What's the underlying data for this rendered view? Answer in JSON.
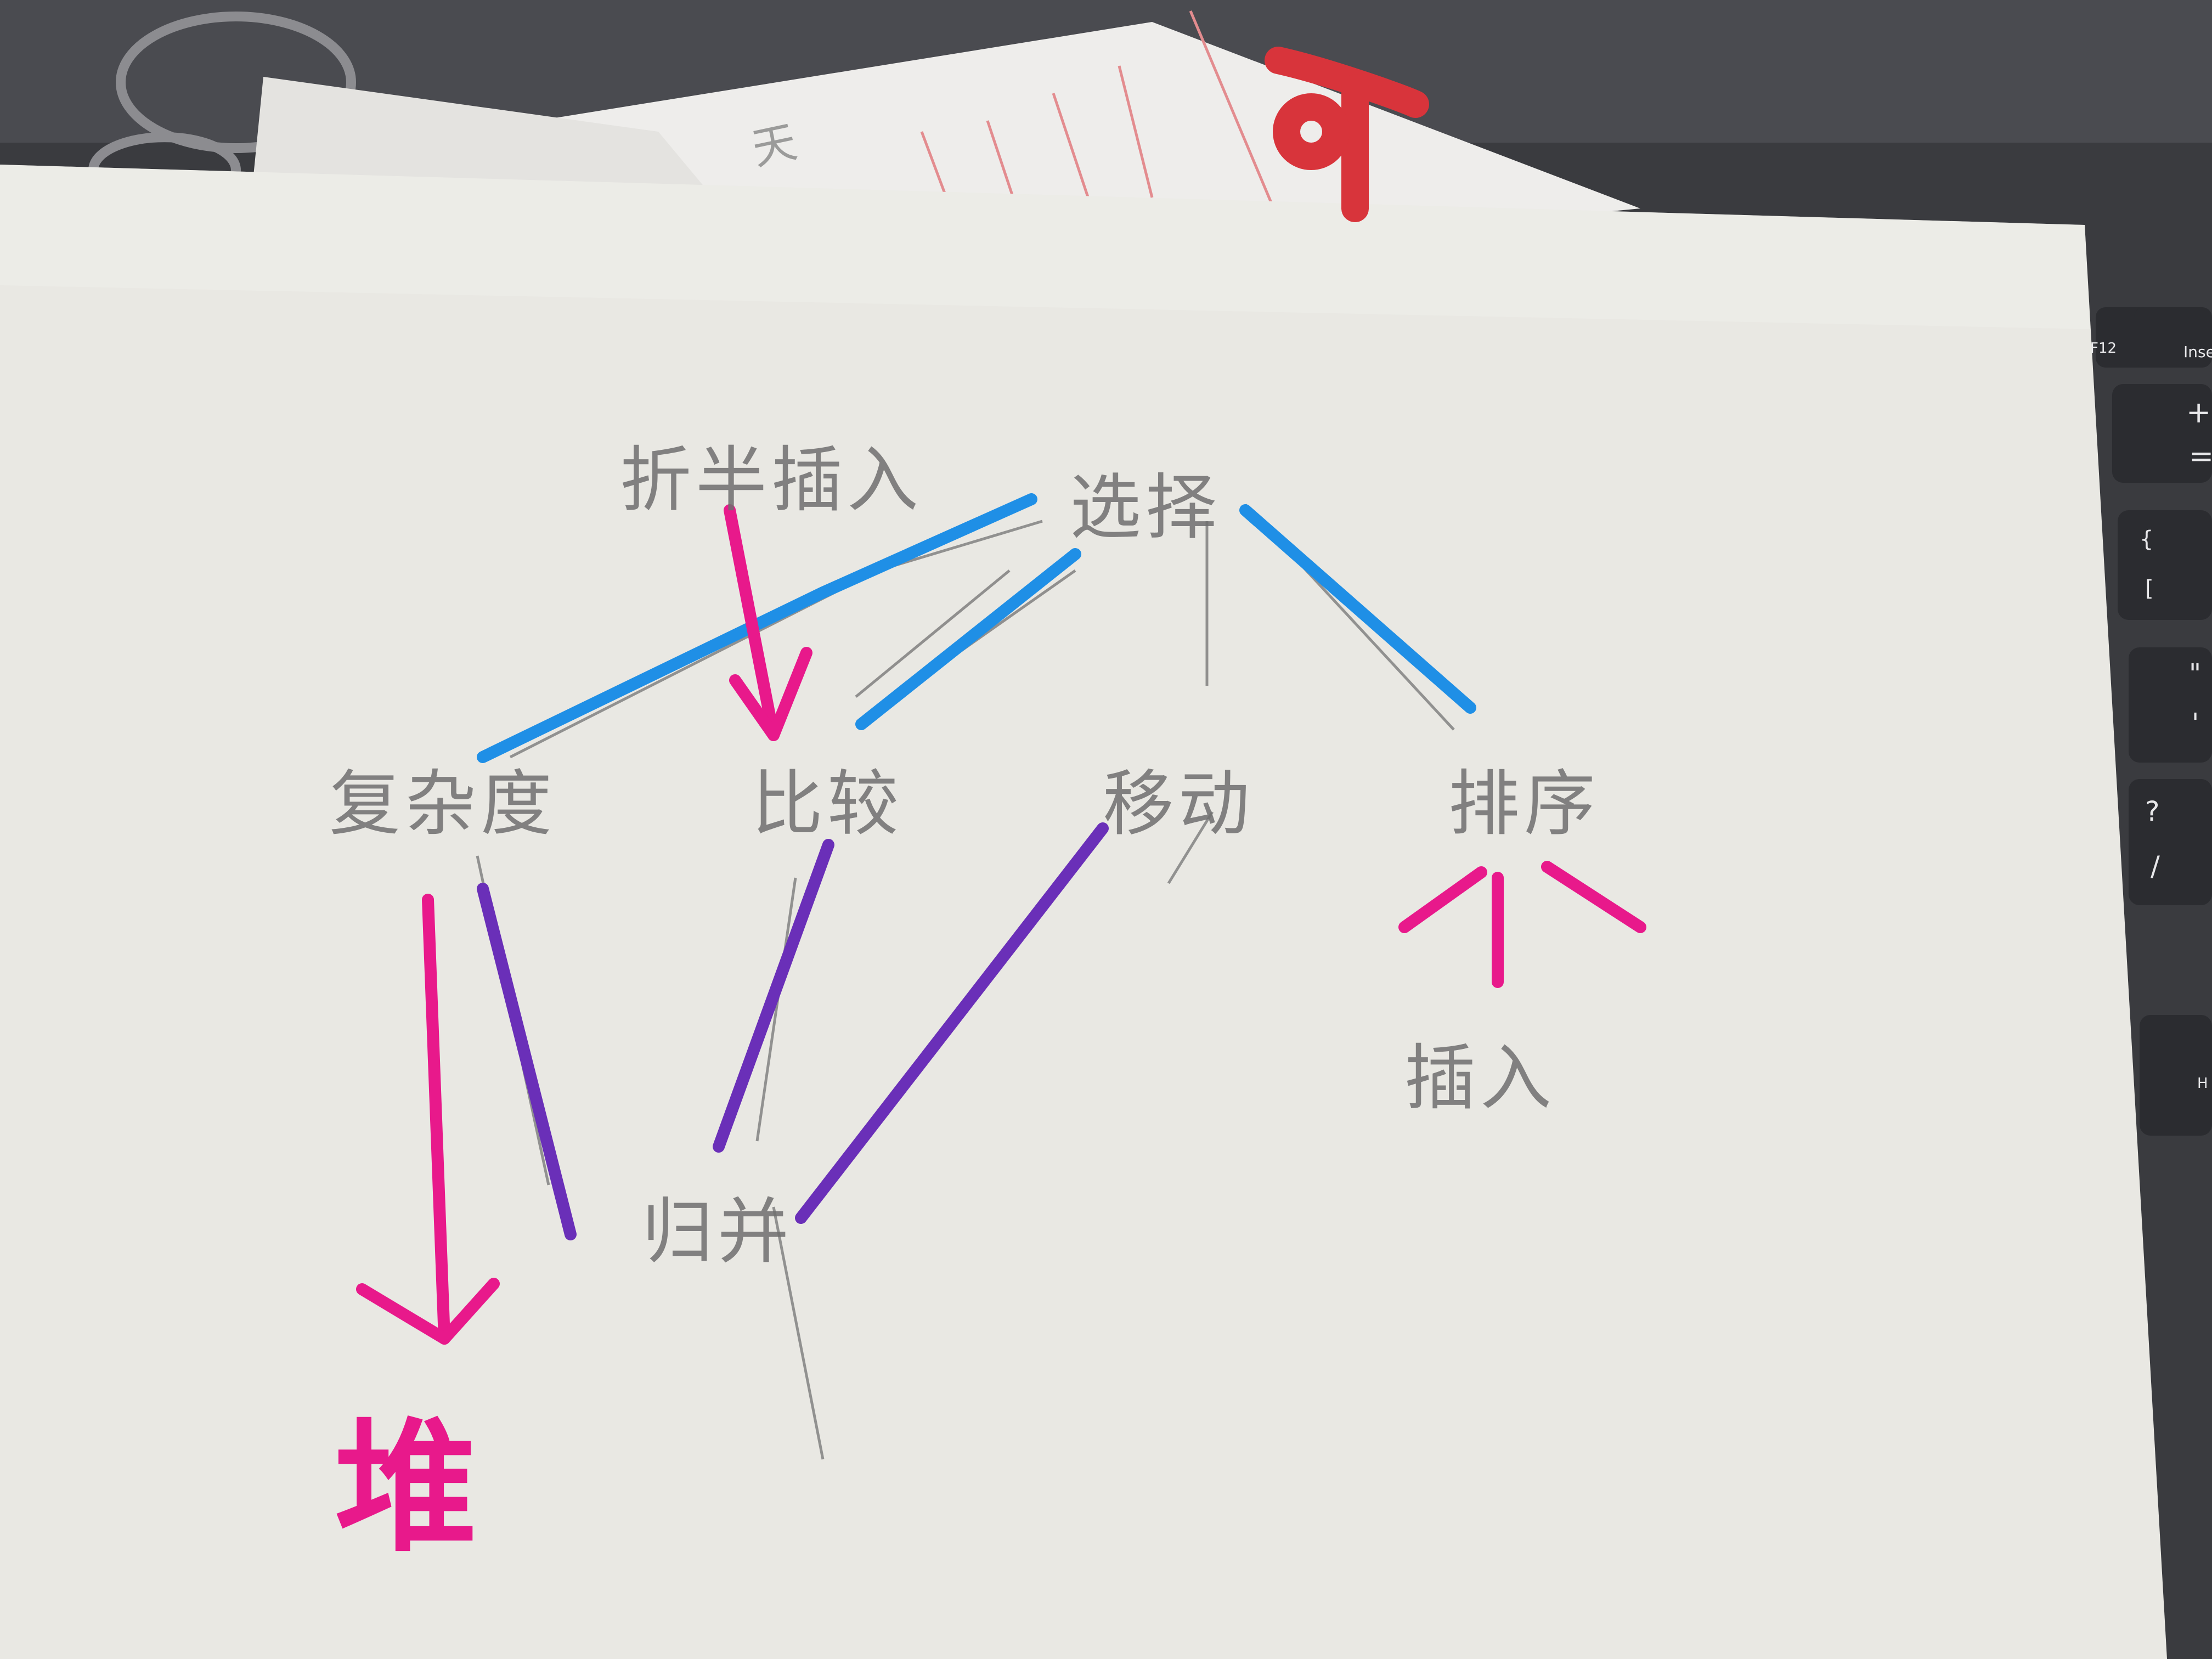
{
  "colors": {
    "paper": "#e9e8e3",
    "paper_shadow": "#d4d3ce",
    "pencil": "#7a7a7a",
    "blue_marker": "#1f8fe6",
    "purple_marker": "#6a2fb8",
    "pink_marker": "#e8198b",
    "red_ink": "#d8343b",
    "keyboard": "#3a3b3f"
  },
  "diagram": {
    "nodes": {
      "quick_sort": "折半插入",
      "selection": "选择",
      "complexity": "复杂度",
      "comparison": "比较",
      "movement": "移动",
      "sort": "排序",
      "insertion": "插入",
      "merge": "归并",
      "heap": "堆"
    }
  },
  "background": {
    "top_sheet_text": "可",
    "circled_char": "天",
    "keyboard_keys": [
      "Inse",
      "+",
      "=",
      "{",
      "[",
      "\"",
      "'",
      "?",
      "/",
      "H",
      "F12"
    ]
  }
}
